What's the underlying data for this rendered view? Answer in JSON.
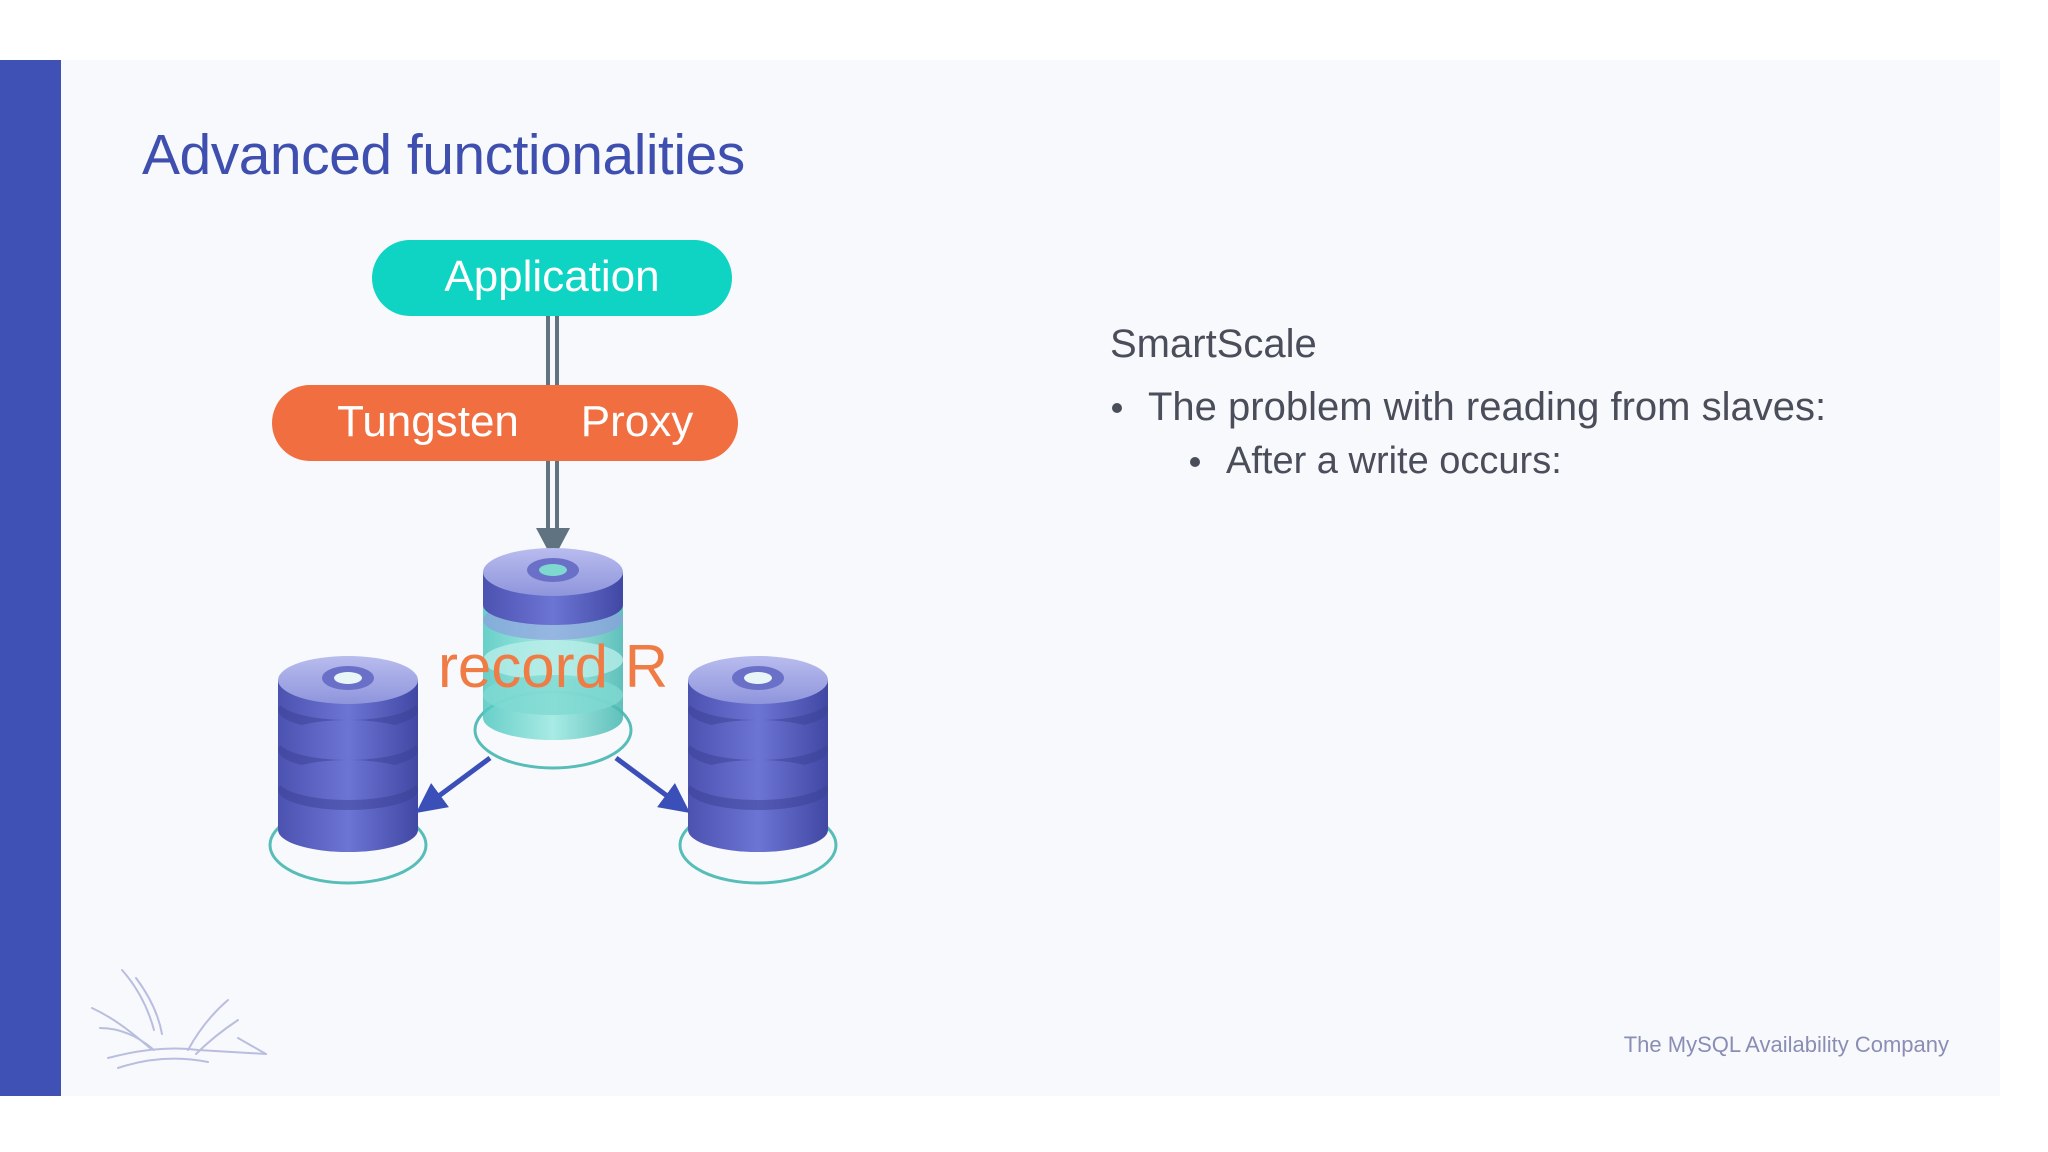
{
  "slide": {
    "title": "Advanced functionalities",
    "footer": "The MySQL Availability Company"
  },
  "diagram": {
    "application_label": "Application",
    "proxy_label_left": "Tungsten",
    "proxy_label_right": "Proxy",
    "record_label": "record R",
    "colors": {
      "application": "#0fd4c4",
      "proxy": "#f06e40",
      "database": "#5b63c4",
      "arrow_down": "#5f7380",
      "arrow_replica": "#3b4fb8",
      "record_text": "#f07c45"
    }
  },
  "content": {
    "heading": "SmartScale",
    "bullets": [
      {
        "text": "The problem with reading from slaves:",
        "children": [
          {
            "text": "After a write occurs:"
          }
        ]
      }
    ]
  },
  "colors": {
    "accent_bar": "#3f51b5",
    "title": "#3f4fb0",
    "slide_background": "#f8f9fc"
  }
}
